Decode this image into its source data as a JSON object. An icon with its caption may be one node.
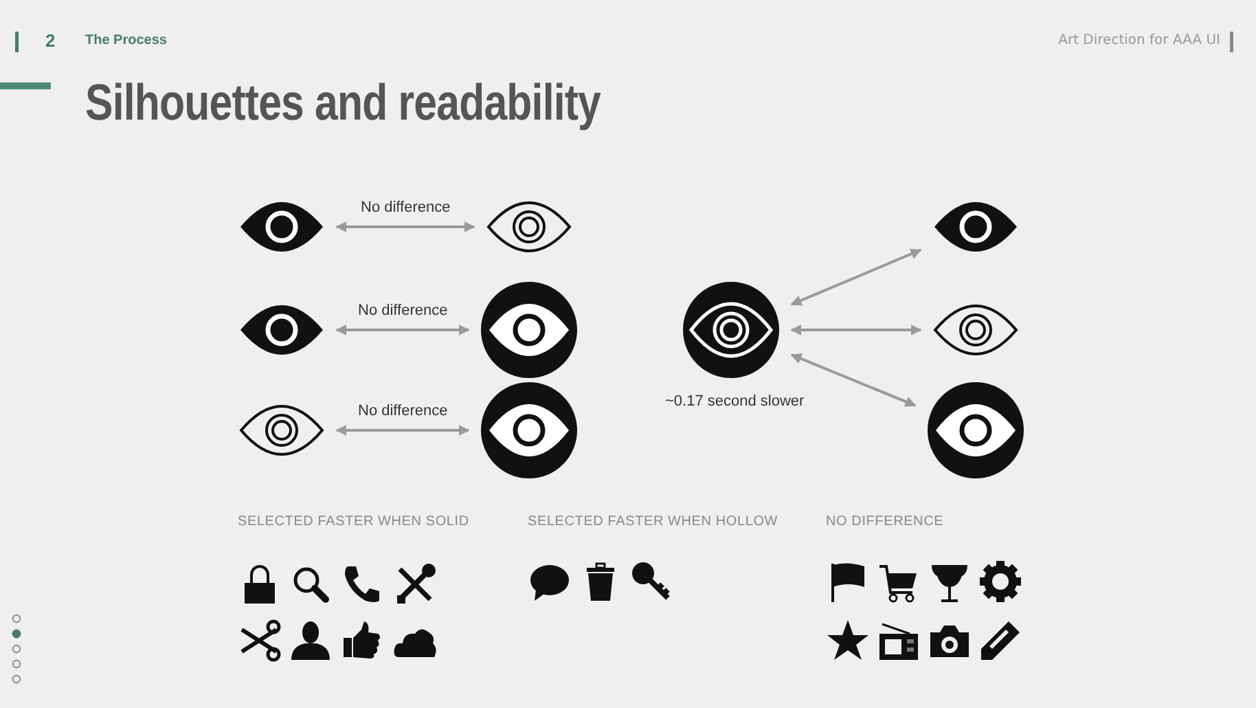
{
  "diagram": {
    "title": "Silhouettes and readability",
    "nodes": [
      {
        "text": [],
        "shape": "picture"
      },
      {
        "text": [],
        "shape": "picture"
      },
      {
        "text": [],
        "shape": "picture"
      },
      {
        "text": [],
        "shape": "picture"
      },
      {
        "text": [],
        "shape": "picture"
      },
      {
        "text": [],
        "shape": "picture"
      },
      {
        "text": [],
        "shape": "picture",
        "beside": [
          "~0.17 second slower"
        ]
      },
      {
        "text": [],
        "shape": "picture"
      },
      {
        "text": [],
        "shape": "picture"
      },
      {
        "text": [],
        "shape": "picture"
      }
    ],
    "edges": [
      {
        "from": 0,
        "to": 1,
        "arrow": "both",
        "label": "No difference"
      },
      {
        "from": 2,
        "to": 3,
        "arrow": "both",
        "label": "No difference"
      },
      {
        "from": 4,
        "to": 5,
        "arrow": "both",
        "label": "No difference"
      },
      {
        "from": 6,
        "to": 7,
        "arrow": "both"
      },
      {
        "from": 6,
        "to": 8,
        "arrow": "both"
      },
      {
        "from": 6,
        "to": 9,
        "arrow": "both"
      }
    ],
    "labels": [
      "2",
      "The Process",
      "Art Direction for AAA UI",
      "SELECTED FASTER WHEN SOLID",
      "SELECTED FASTER WHEN HOLLOW",
      "NO DIFFERENCE"
    ]
  }
}
